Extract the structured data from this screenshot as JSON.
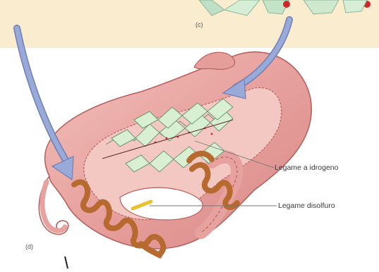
{
  "panel_c": {
    "label": "(c)"
  },
  "panel_d": {
    "label": "(d)"
  },
  "labels": {
    "hydrogen_bond": "Legame a idrogeno",
    "disulfide_bond": "Legame disolfuro"
  },
  "colors": {
    "top_band": "#f9eccf",
    "protein_body": "#e9a7a4",
    "protein_edge": "#b7615f",
    "arrow": "#8f9fd0",
    "sheet_fill": "#d8efd2",
    "helix": "#c77a3c",
    "disulfide": "#e8c230"
  }
}
